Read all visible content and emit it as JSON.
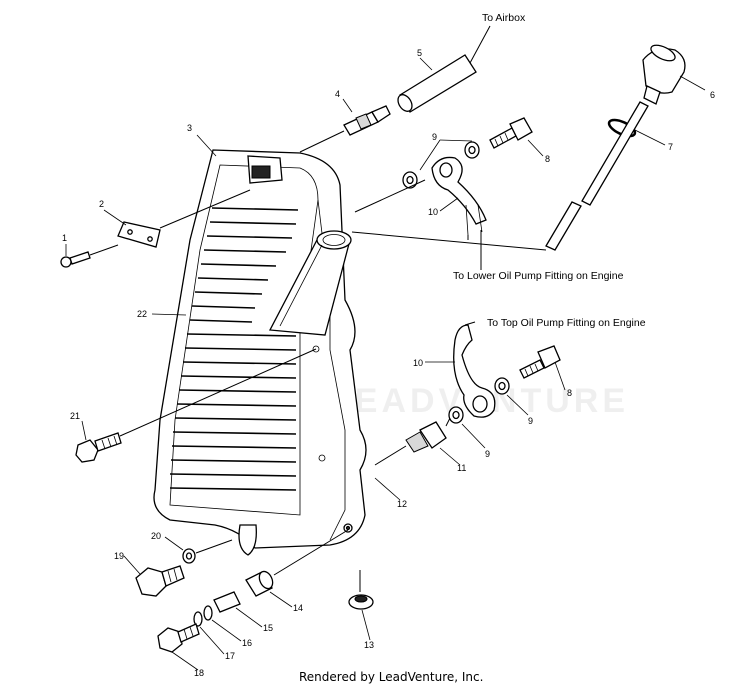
{
  "labels": {
    "to_airbox": "To Airbox",
    "to_lower_oil_pump": "To Lower Oil Pump Fitting on Engine",
    "to_top_oil_pump": "To Top Oil Pump Fitting on Engine"
  },
  "footer": "Rendered by LeadVenture, Inc.",
  "watermark": "LEADVENTURE",
  "callouts": {
    "c1": "1",
    "c2": "2",
    "c3": "3",
    "c4": "4",
    "c5": "5",
    "c6": "6",
    "c7": "7",
    "c8a": "8",
    "c8b": "8",
    "c9a": "9",
    "c9b": "9",
    "c9c": "9",
    "c10a": "10",
    "c10b": "10",
    "c11": "11",
    "c12": "12",
    "c13": "13",
    "c14": "14",
    "c15": "15",
    "c16": "16",
    "c17": "17",
    "c18": "18",
    "c19": "19",
    "c20": "20",
    "c21": "21",
    "c22": "22"
  }
}
